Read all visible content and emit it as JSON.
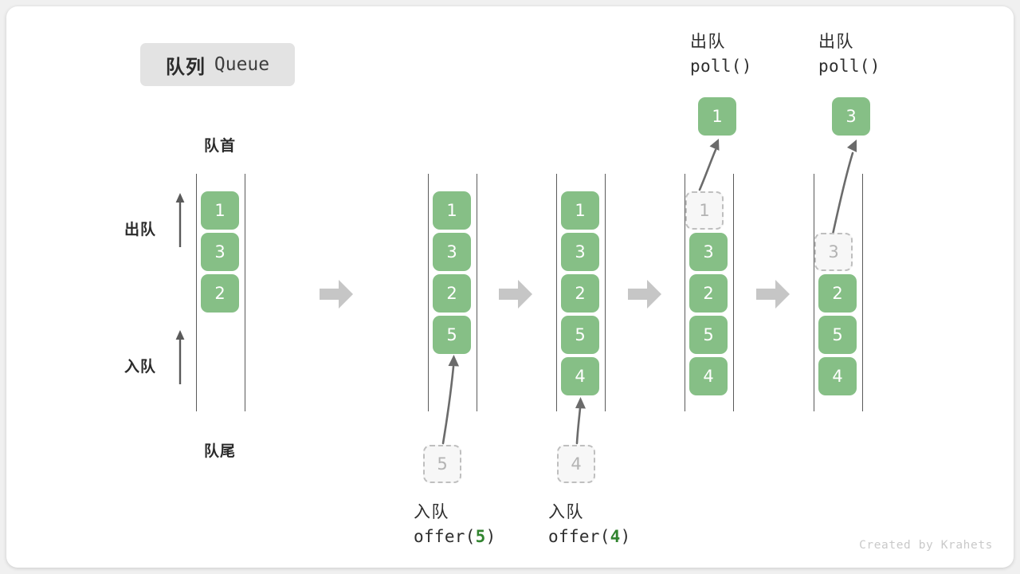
{
  "title": {
    "cn": "队列",
    "en": "Queue"
  },
  "labels": {
    "front": "队首",
    "rear": "队尾",
    "dequeue": "出队",
    "enqueue": "入队"
  },
  "colors": {
    "block_fill": "#86bf86",
    "block_text": "#ffffff",
    "ghost_fill": "#f7f7f7",
    "ghost_border": "#bfbfbf",
    "ghost_text": "#b3b3b3",
    "rail": "#5a5a5a",
    "step_arrow": "#c6c6c6",
    "badge_bg": "#e3e3e3",
    "arg_green": "#31842f",
    "canvas": "#ffffff"
  },
  "columns": [
    {
      "id": "initial",
      "items": [
        "1",
        "3",
        "2"
      ],
      "ghost": null,
      "result": null,
      "caption_cn": null,
      "caption_code": null
    },
    {
      "id": "offer-5",
      "items": [
        "1",
        "3",
        "2",
        "5"
      ],
      "ghost": "5",
      "result": null,
      "caption_cn": "入队",
      "caption_code": "offer(5)",
      "caption_arg": "5"
    },
    {
      "id": "offer-4",
      "items": [
        "1",
        "3",
        "2",
        "5",
        "4"
      ],
      "ghost": "4",
      "result": null,
      "caption_cn": "入队",
      "caption_code": "offer(4)",
      "caption_arg": "4"
    },
    {
      "id": "poll-1",
      "items": [
        "1",
        "3",
        "2",
        "5",
        "4"
      ],
      "removed": "1",
      "ghost": null,
      "result": "1",
      "caption_cn": "出队",
      "caption_code": "poll()"
    },
    {
      "id": "poll-3",
      "items": [
        "3",
        "2",
        "5",
        "4"
      ],
      "removed": "3",
      "ghost": null,
      "result": "3",
      "caption_cn": "出队",
      "caption_code": "poll()"
    }
  ],
  "step_arrows": 4,
  "credit": "Created by Krahets"
}
